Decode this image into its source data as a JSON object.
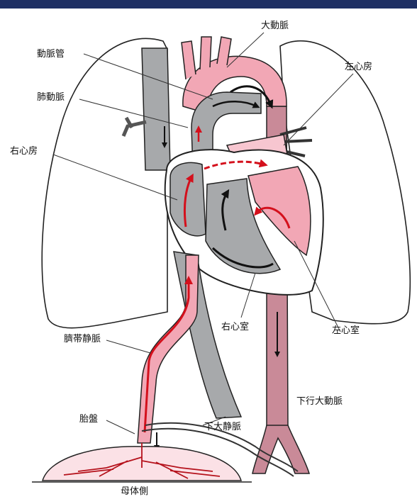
{
  "labels": {
    "aorta": "大動脈",
    "ductus_arteriosus": "動脈管",
    "left_atrium": "左心房",
    "pulmonary_artery": "肺動脈",
    "right_atrium": "右心房",
    "right_ventricle": "右心室",
    "left_ventricle": "左心室",
    "umbilical_vein": "臍帯静脈",
    "descending_aorta": "下行大動脈",
    "placenta": "胎盤",
    "inferior_vena_cava": "下大静脈",
    "maternal_side": "母体側"
  },
  "colors": {
    "oxygenated": "#f2a7b5",
    "oxygenated_light": "#f7c6d0",
    "deoxygenated": "#a7a9ab",
    "mixed": "#c98a98",
    "flow_red": "#d4101c",
    "flow_black": "#111111",
    "banner": "#1e2f63"
  }
}
